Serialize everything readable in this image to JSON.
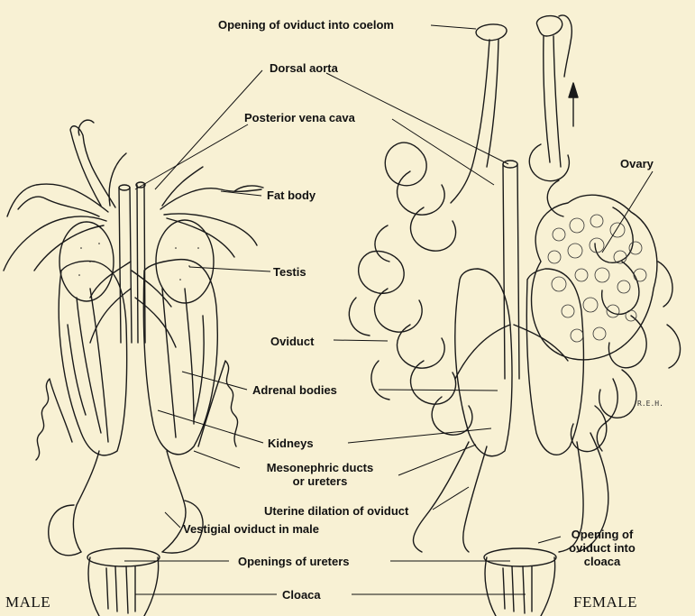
{
  "labels": {
    "opening_oviduct_coelom": "Opening of oviduct into coelom",
    "dorsal_aorta": "Dorsal aorta",
    "posterior_vena_cava": "Posterior vena cava",
    "fat_body": "Fat body",
    "ovary": "Ovary",
    "testis": "Testis",
    "oviduct": "Oviduct",
    "adrenal_bodies": "Adrenal bodies",
    "kidneys": "Kidneys",
    "mesonephric_ducts_l1": "Mesonephric ducts",
    "mesonephric_ducts_l2": "or ureters",
    "uterine_dilation": "Uterine dilation of oviduct",
    "vestigial_oviduct": "Vestigial oviduct in male",
    "opening_oviduct_cloaca_l1": "Opening of",
    "opening_oviduct_cloaca_l2": "oviduct into",
    "opening_oviduct_cloaca_l3": "cloaca",
    "openings_of_ureters": "Openings of ureters",
    "cloaca": "Cloaca"
  },
  "panels": {
    "male": "MALE",
    "female": "FEMALE"
  },
  "signature": "R.E.H."
}
